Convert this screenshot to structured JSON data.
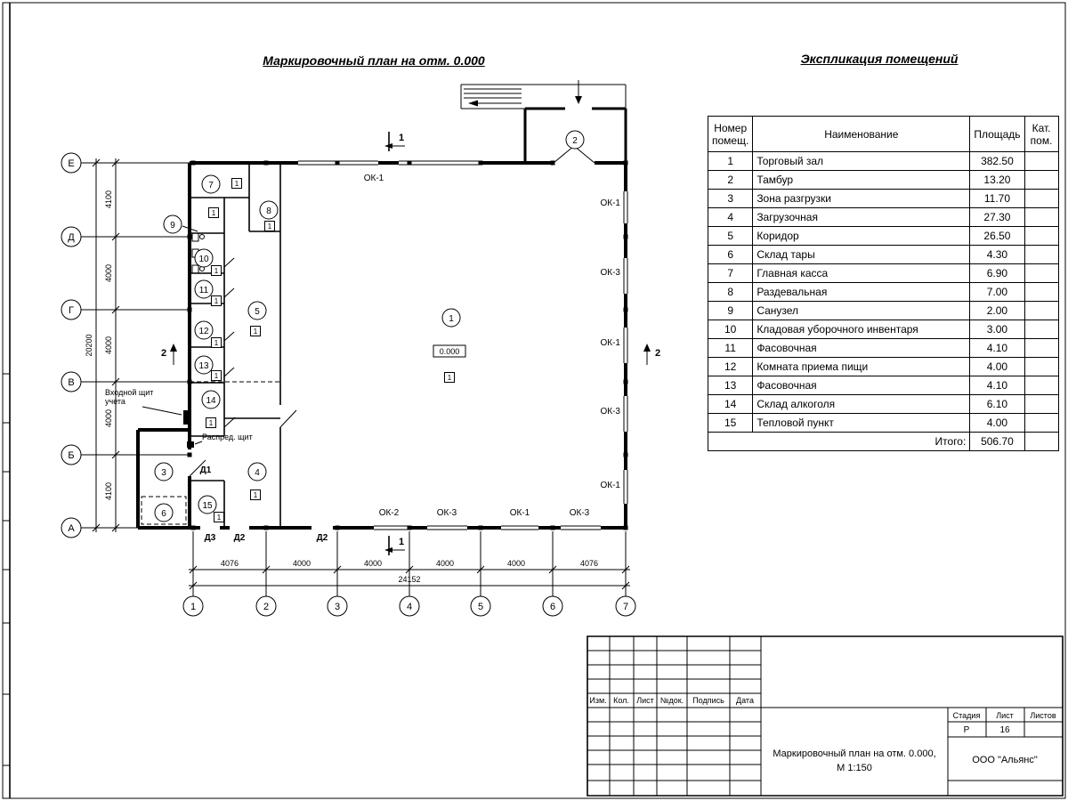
{
  "titles": {
    "plan": "Маркировочный план на отм. 0.000",
    "explication": "Экспликация помещений"
  },
  "explication": {
    "header": {
      "number_l1": "Номер",
      "number_l2": "помещ.",
      "name": "Наименование",
      "area": "Площадь",
      "category_l1": "Кат.",
      "category_l2": "пом."
    },
    "rows": [
      {
        "number": "1",
        "name": "Торговый зал",
        "area": "382.50",
        "category": ""
      },
      {
        "number": "2",
        "name": "Тамбур",
        "area": "13.20",
        "category": ""
      },
      {
        "number": "3",
        "name": "Зона разгрузки",
        "area": "11.70",
        "category": ""
      },
      {
        "number": "4",
        "name": "Загрузочная",
        "area": "27.30",
        "category": ""
      },
      {
        "number": "5",
        "name": "Коридор",
        "area": "26.50",
        "category": ""
      },
      {
        "number": "6",
        "name": "Склад тары",
        "area": "4.30",
        "category": ""
      },
      {
        "number": "7",
        "name": "Главная касса",
        "area": "6.90",
        "category": ""
      },
      {
        "number": "8",
        "name": "Раздевальная",
        "area": "7.00",
        "category": ""
      },
      {
        "number": "9",
        "name": "Санузел",
        "area": "2.00",
        "category": ""
      },
      {
        "number": "10",
        "name": "Кладовая уборочного инвентаря",
        "area": "3.00",
        "category": ""
      },
      {
        "number": "11",
        "name": "Фасовочная",
        "area": "4.10",
        "category": ""
      },
      {
        "number": "12",
        "name": "Комната приема пищи",
        "area": "4.00",
        "category": ""
      },
      {
        "number": "13",
        "name": "Фасовочная",
        "area": "4.10",
        "category": ""
      },
      {
        "number": "14",
        "name": "Склад алкоголя",
        "area": "6.10",
        "category": ""
      },
      {
        "number": "15",
        "name": "Тепловой пункт",
        "area": "4.00",
        "category": ""
      }
    ],
    "total_label": "Итого:",
    "total_value": "506.70"
  },
  "plan": {
    "elevation": "0.000",
    "door_mark": "1",
    "axes_v": [
      "Е",
      "Д",
      "Г",
      "В",
      "Б",
      "А"
    ],
    "axes_h": [
      "1",
      "2",
      "3",
      "4",
      "5",
      "6",
      "7"
    ],
    "dims_left": [
      "4100",
      "4000",
      "4000",
      "4000",
      "4100"
    ],
    "dims_left_total": "20200",
    "dims_bottom": [
      "4076",
      "4000",
      "4000",
      "4000",
      "4000",
      "4076"
    ],
    "dims_bottom_total": "24152",
    "rooms": [
      "1",
      "2",
      "3",
      "4",
      "5",
      "6",
      "7",
      "8",
      "9",
      "10",
      "11",
      "12",
      "13",
      "14",
      "15"
    ],
    "windows_top": [
      "ОК-1"
    ],
    "windows_right": [
      "ОК-1",
      "ОК-3",
      "ОК-1",
      "ОК-3",
      "ОК-1"
    ],
    "windows_bottom": [
      "ОК-2",
      "ОК-3",
      "ОК-1",
      "ОК-3"
    ],
    "door_tags": [
      "Д3",
      "Д2",
      "Д2",
      "Д1"
    ],
    "annotations": {
      "entry_panel_l1": "Входной щит",
      "entry_panel_l2": "учета",
      "distribution_panel": "Распред. щит"
    },
    "sections": {
      "s1": "1",
      "s2": "2"
    }
  },
  "title_block": {
    "cols": [
      "Изм.",
      "Кол.",
      "Лист",
      "№док.",
      "Подпись",
      "Дата"
    ],
    "doc_title_l1": "Маркировочный план на отм. 0.000,",
    "doc_title_l2": "М 1:150",
    "company": "ООО \"Альянс\"",
    "stage_label": "Стадия",
    "sheet_label": "Лист",
    "sheets_label": "Листов",
    "stage": "Р",
    "sheet": "16"
  }
}
